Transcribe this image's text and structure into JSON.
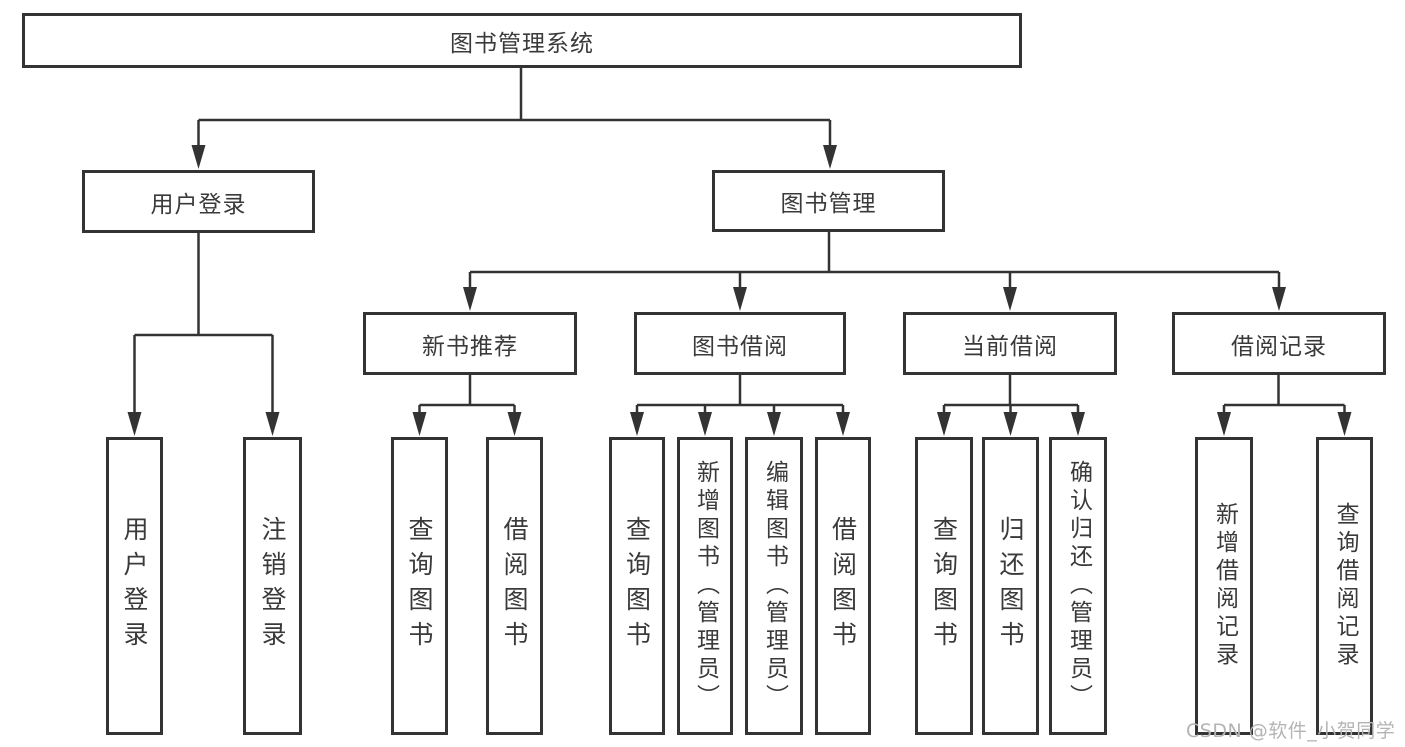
{
  "diagram": {
    "colors": {
      "line": "#333333",
      "text": "#3a3a3a",
      "watermark": "#b4b4b4",
      "background": "#ffffff"
    },
    "watermark": "CSDN @软件_小贺同学",
    "tree": {
      "root": {
        "label": "图书管理系统"
      },
      "branches": [
        {
          "label": "用户登录",
          "children": [
            {
              "label": "用户登录"
            },
            {
              "label": "注销登录"
            }
          ]
        },
        {
          "label": "图书管理",
          "children": [
            {
              "label": "新书推荐",
              "children": [
                {
                  "label": "查询图书"
                },
                {
                  "label": "借阅图书"
                }
              ]
            },
            {
              "label": "图书借阅",
              "children": [
                {
                  "label": "查询图书"
                },
                {
                  "label": "新增图书（管理员）"
                },
                {
                  "label": "编辑图书（管理员）"
                },
                {
                  "label": "借阅图书"
                }
              ]
            },
            {
              "label": "当前借阅",
              "children": [
                {
                  "label": "查询图书"
                },
                {
                  "label": "归还图书"
                },
                {
                  "label": "确认归还（管理员）"
                }
              ]
            },
            {
              "label": "借阅记录",
              "children": [
                {
                  "label": "新增借阅记录"
                },
                {
                  "label": "查询借阅记录"
                }
              ]
            }
          ]
        }
      ]
    }
  }
}
